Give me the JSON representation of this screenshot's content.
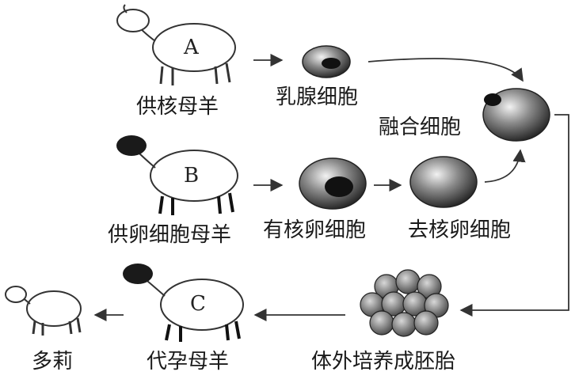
{
  "sheep": {
    "a_letter": "A",
    "b_letter": "B",
    "c_letter": "C"
  },
  "labels": {
    "nucleus_donor": "供核母羊",
    "mammary_cell": "乳腺细胞",
    "fused_cell": "融合细胞",
    "egg_donor": "供卵细胞母羊",
    "nucleated_egg": "有核卵细胞",
    "enucleated_egg": "去核卵细胞",
    "surrogate": "代孕母羊",
    "embryo": "体外培养成胚胎",
    "dolly": "多莉"
  }
}
